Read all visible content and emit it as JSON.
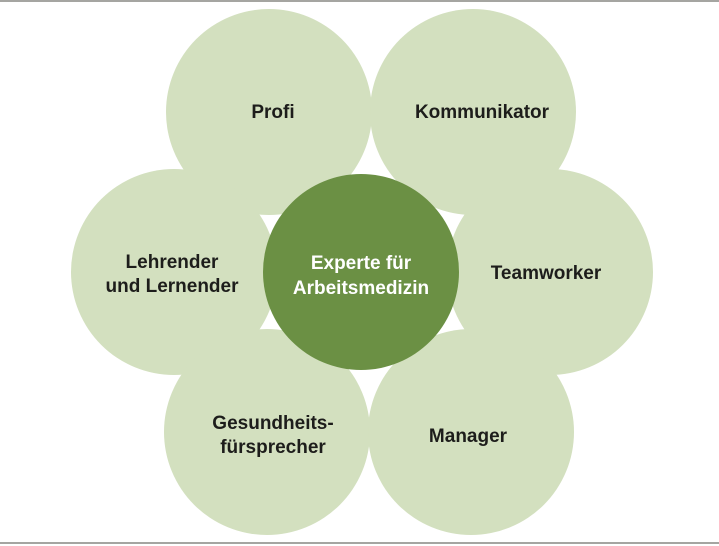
{
  "diagram": {
    "center_circle": {
      "line1": "Experte für",
      "line2": "Arbeitsmedizin"
    },
    "petals": {
      "top_left": {
        "label": "Profi"
      },
      "top_right": {
        "label": "Kommunikator"
      },
      "right": {
        "label": "Teamworker"
      },
      "bottom_right": {
        "label": "Manager"
      },
      "bottom_left": {
        "line1": "Gesundheits-",
        "line2": "fürsprecher"
      },
      "left": {
        "line1": "Lehrender",
        "line2": "und Lernender"
      }
    }
  },
  "colors": {
    "petal-green": "#d3e0bf",
    "center-green": "#6b9044",
    "label-text": "#1d1d1b",
    "center-text": "#ffffff",
    "rule-gray": "#a5a5a1",
    "background": "#ffffff"
  }
}
